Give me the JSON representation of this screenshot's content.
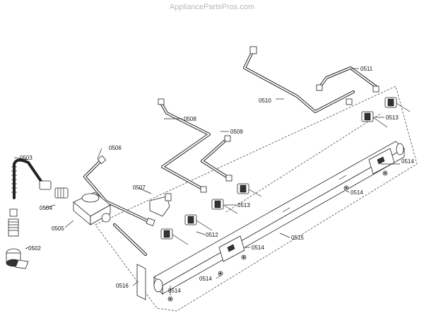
{
  "watermark": "AppliancePartsPros.com",
  "labels": {
    "p0502": "0502",
    "p0503": "0503",
    "p0504": "0504",
    "p0505": "0505",
    "p0506": "0506",
    "p0507": "0507",
    "p0508": "0508",
    "p0509": "0509",
    "p0510": "0510",
    "p0511": "0511",
    "p0512": "0512",
    "p0513a": "0513",
    "p0513b": "0513",
    "p0514a": "0514",
    "p0514b": "0514",
    "p0514c": "0514",
    "p0514d": "0514",
    "p0514e": "0514",
    "p0515": "0515",
    "p0516": "0516"
  }
}
